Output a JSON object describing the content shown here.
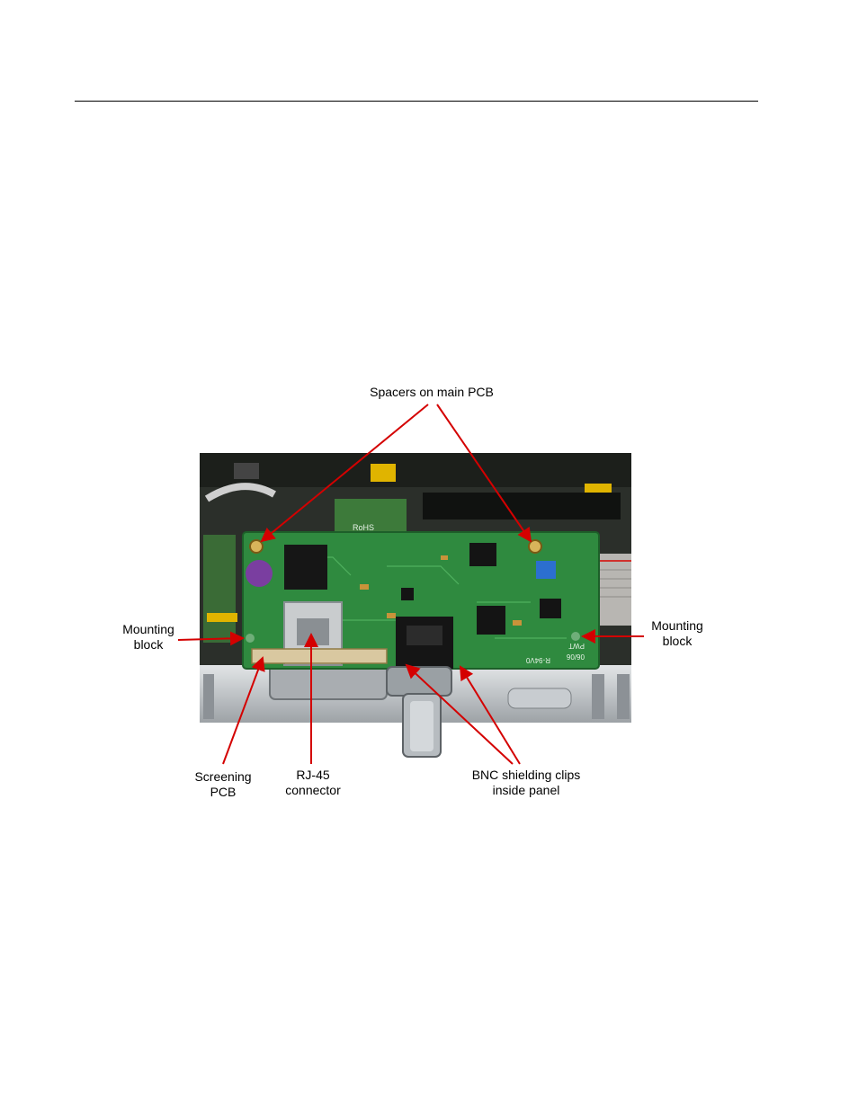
{
  "figure": {
    "labels": {
      "spacers": "Spacers on main PCB",
      "mount_left": [
        "Mounting",
        "block"
      ],
      "mount_right": [
        "Mounting",
        "block"
      ],
      "screening": [
        "Screening",
        "PCB"
      ],
      "rj45": [
        "RJ-45",
        "connector"
      ],
      "bnc": [
        "BNC shielding clips",
        "inside panel"
      ]
    },
    "pcb_text": {
      "rohs": "RoHS",
      "marking": "R-94V0",
      "date": "06/06",
      "maker": "PWT"
    },
    "colors": {
      "pcb_green": "#2f8a3f",
      "arrow_red": "#d40000",
      "chassis_silver": "#bfc3c6",
      "dark_interior": "#2b2f2a"
    }
  }
}
